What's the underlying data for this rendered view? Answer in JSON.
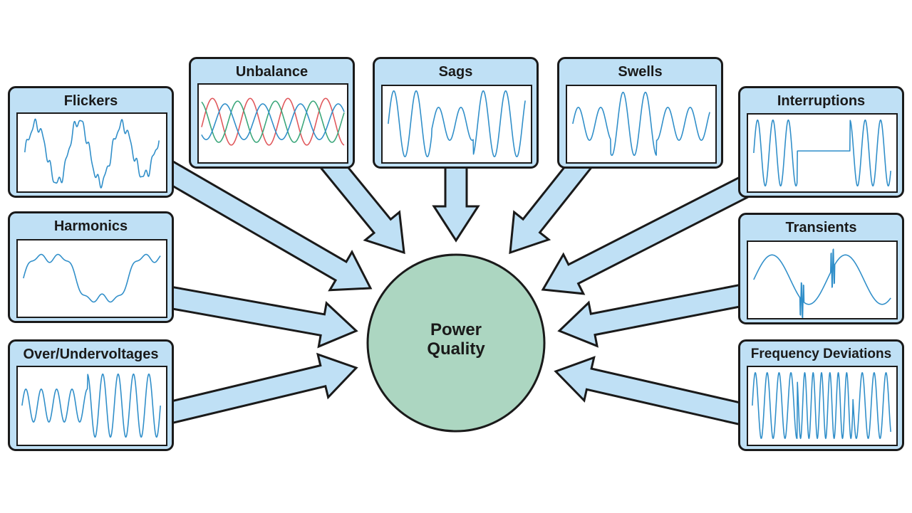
{
  "center": {
    "line1": "Power",
    "line2": "Quality"
  },
  "panels": {
    "flickers": {
      "title": "Flickers"
    },
    "unbalance": {
      "title": "Unbalance"
    },
    "sags": {
      "title": "Sags"
    },
    "swells": {
      "title": "Swells"
    },
    "interruptions": {
      "title": "Interruptions"
    },
    "harmonics": {
      "title": "Harmonics"
    },
    "transients": {
      "title": "Transients"
    },
    "overunder": {
      "title": "Over/Undervoltages"
    },
    "frequency": {
      "title": "Frequency Deviations"
    }
  },
  "colors": {
    "panel_fill": "#bfe0f5",
    "arrow_fill": "#bfe0f5",
    "outline": "#1a1a1a",
    "wave": "#2f8ec9",
    "phase_red": "#e0575b",
    "phase_green": "#3aa67a",
    "circle_fill": "#acd6c1"
  }
}
